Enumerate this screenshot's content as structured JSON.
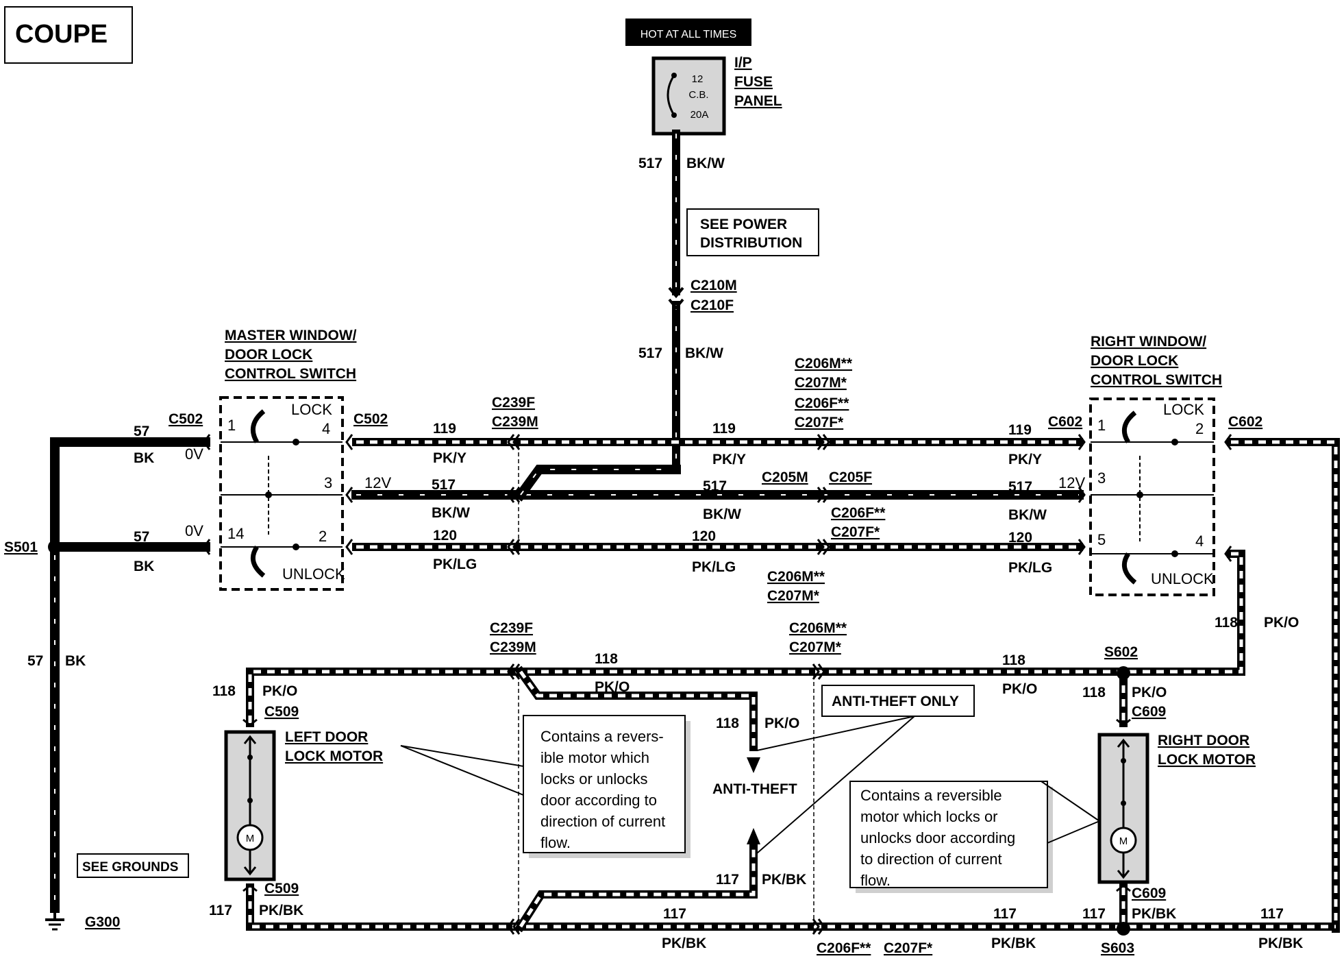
{
  "title": "COUPE",
  "hot_at_all_times": "HOT AT ALL TIMES",
  "fuse_panel": {
    "name_lines": [
      "I/P",
      "FUSE",
      "PANEL"
    ],
    "fuse_number": "12",
    "fuse_type": "C.B.",
    "fuse_rating": "20A"
  },
  "see_power_distribution": [
    "SEE POWER",
    "DISTRIBUTION"
  ],
  "see_grounds": "SEE GROUNDS",
  "anti_theft_only": "ANTI-THEFT ONLY",
  "anti_theft": "ANTI-THEFT",
  "components": {
    "master_switch": [
      "MASTER WINDOW/",
      "DOOR LOCK",
      "CONTROL SWITCH"
    ],
    "right_switch": [
      "RIGHT WINDOW/",
      "DOOR LOCK",
      "CONTROL SWITCH"
    ],
    "left_motor": [
      "LEFT DOOR",
      "LOCK MOTOR"
    ],
    "right_motor": [
      "RIGHT DOOR",
      "LOCK MOTOR"
    ]
  },
  "notes": {
    "left": [
      "Contains a revers-",
      "ible motor which",
      "locks or unlocks",
      "door according to",
      "direction of current",
      "flow."
    ],
    "right": [
      "Contains a reversible",
      "motor which locks or",
      "unlocks door according",
      "to direction of current",
      "flow."
    ]
  },
  "switch_terms": {
    "lock": "LOCK",
    "unlock": "UNLOCK",
    "zero_v": "0V",
    "twelve_v": "12V",
    "motor": "M",
    "master_pins": [
      "1",
      "4",
      "3",
      "14",
      "2"
    ],
    "right_pins": [
      "1",
      "2",
      "3",
      "5",
      "4"
    ]
  },
  "connectors": {
    "c502": "C502",
    "c602": "C602",
    "c210m": "C210M",
    "c210f": "C210F",
    "c239f": "C239F",
    "c239m": "C239M",
    "c205m": "C205M",
    "c205f": "C205F",
    "c206m2": "C206M**",
    "c207m1": "C207M*",
    "c206f2": "C206F**",
    "c207f1": "C207F*",
    "c509": "C509",
    "c609": "C609",
    "s501": "S501",
    "s602": "S602",
    "s603": "S603",
    "g300": "G300"
  },
  "circuits": {
    "c57": "57",
    "bk": "BK",
    "c517": "517",
    "bkw": "BK/W",
    "c119": "119",
    "pky": "PK/Y",
    "c120": "120",
    "pklg": "PK/LG",
    "c118": "118",
    "pko": "PK/O",
    "c117": "117",
    "pkbk": "PK/BK"
  }
}
